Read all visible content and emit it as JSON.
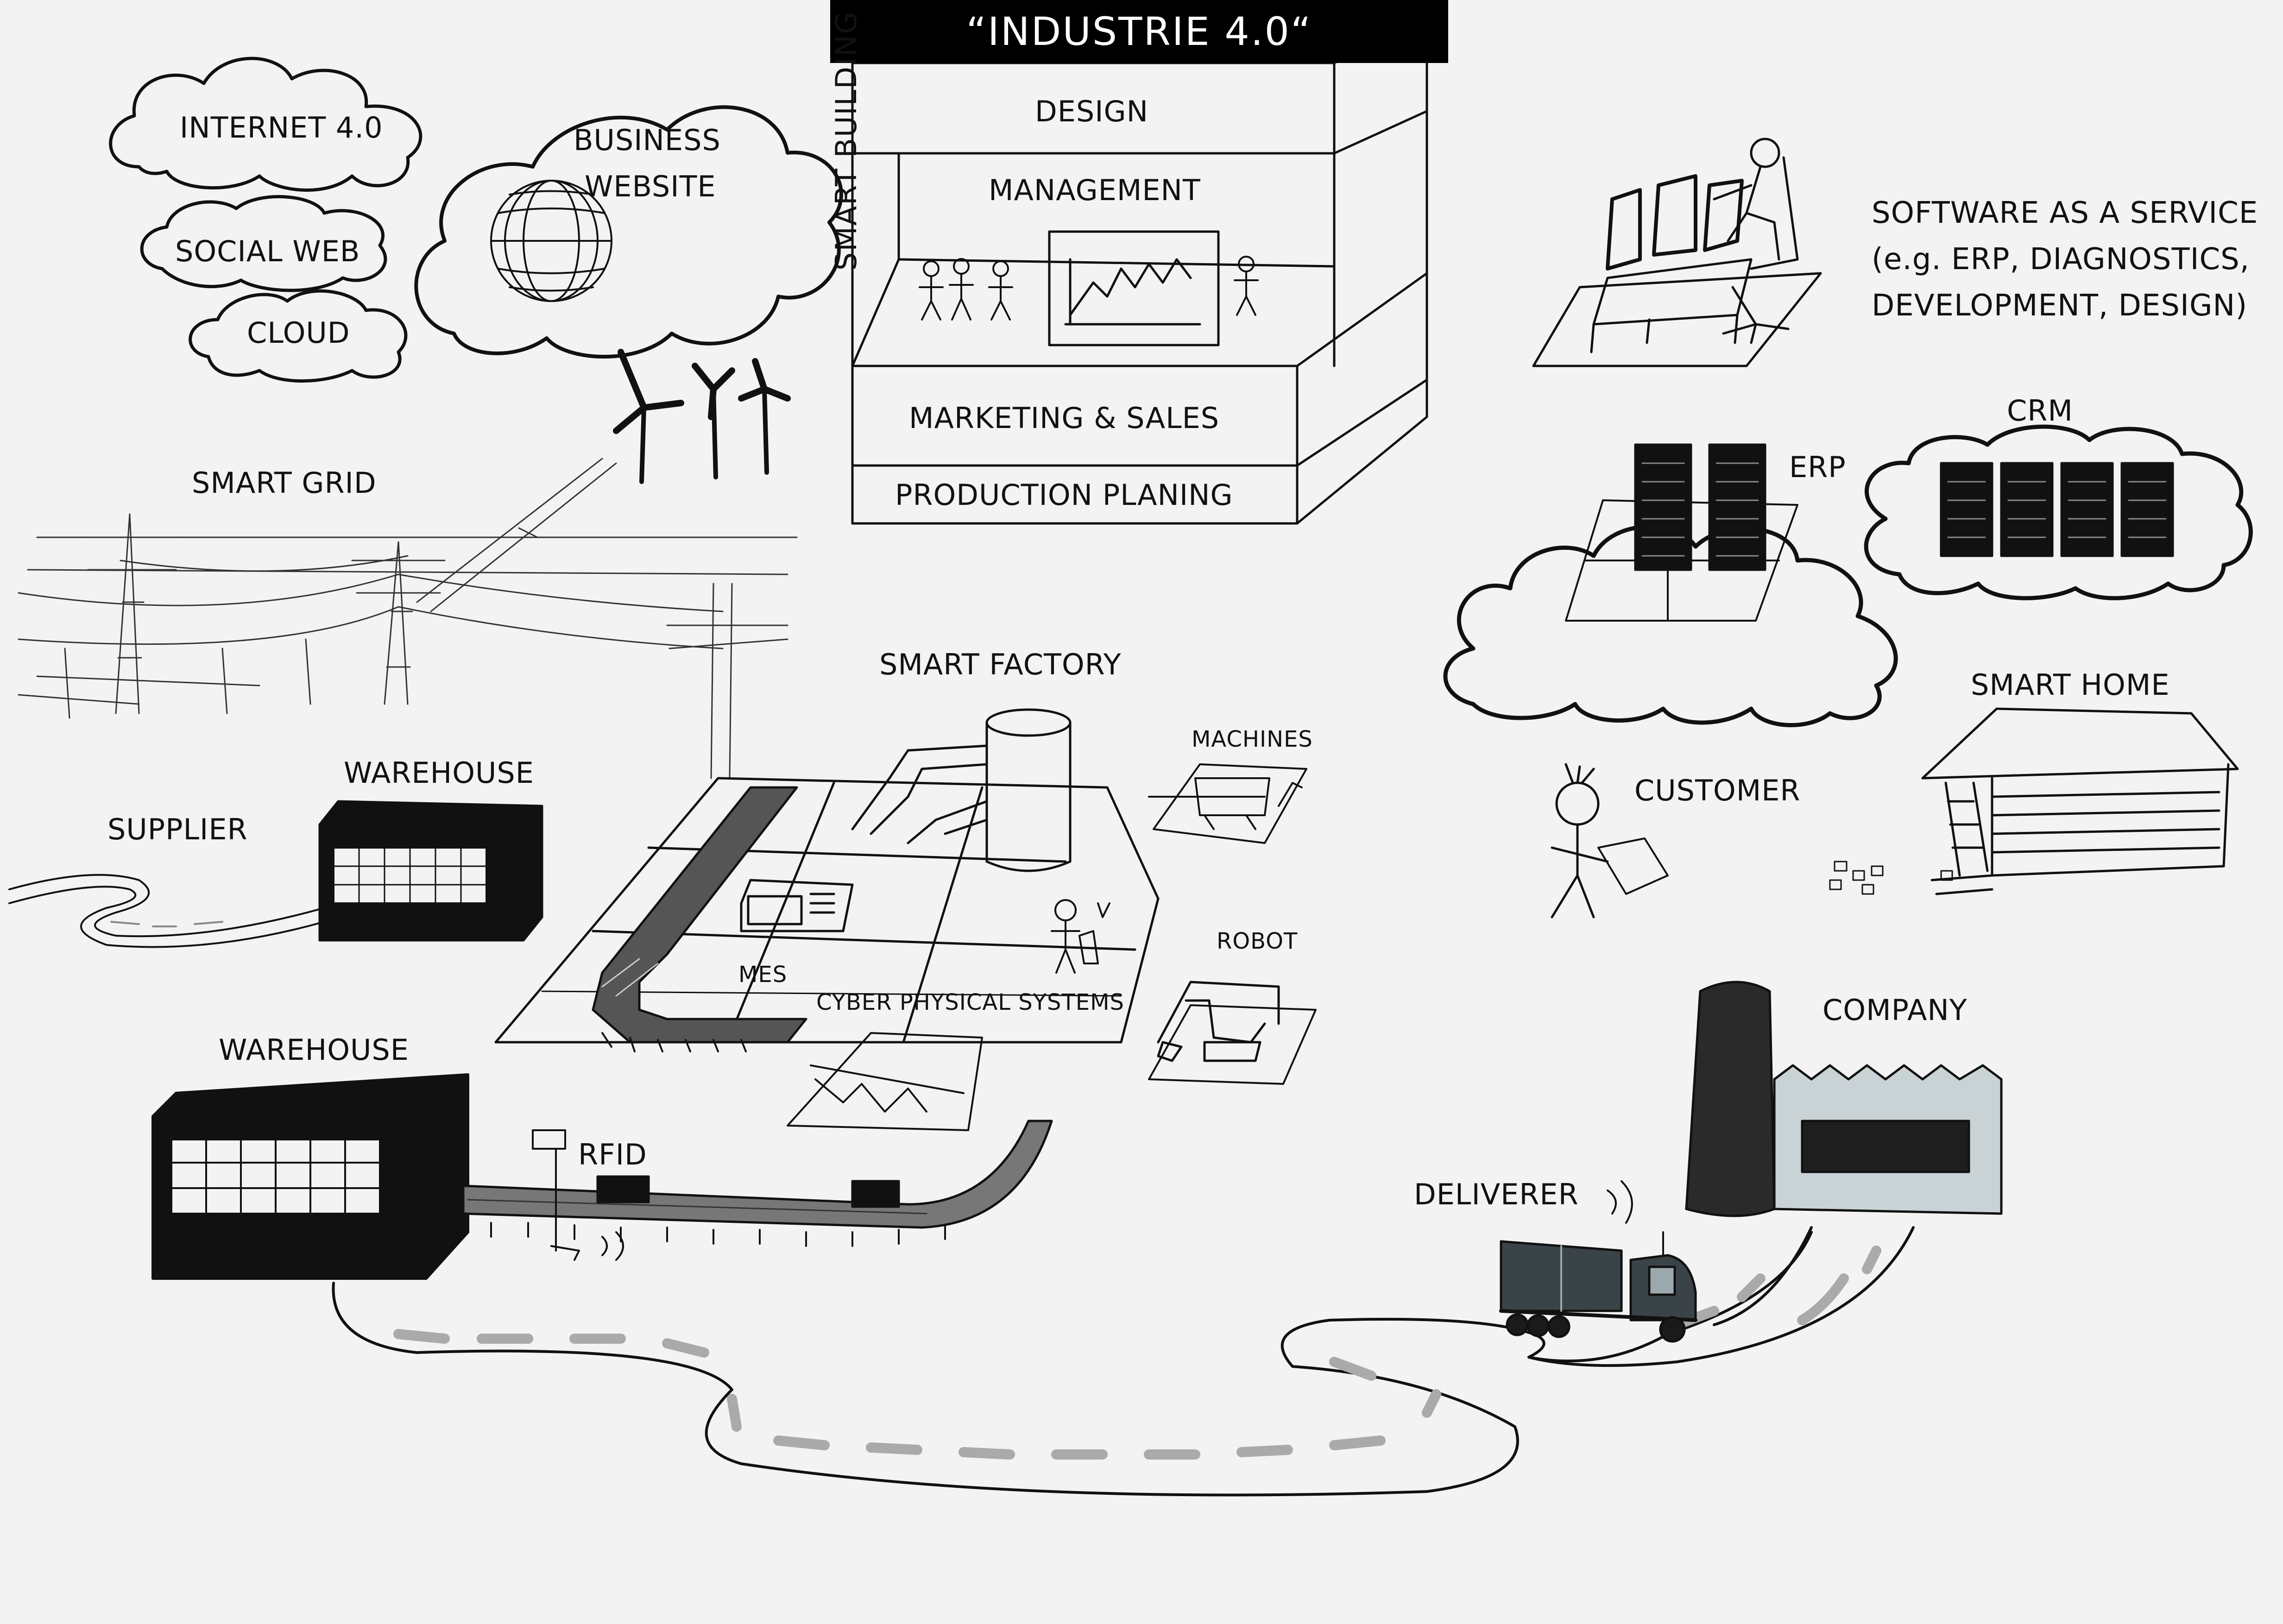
{
  "title": "“INDUSTRIE 4.0“",
  "clouds": {
    "internet": "INTERNET 4.0",
    "social_web": "SOCIAL WEB",
    "cloud": "CLOUD",
    "business_website": [
      "BUSINESS",
      "WEBSITE"
    ]
  },
  "smart_building": {
    "label": "SMART BUILDING",
    "floors": {
      "design": "DESIGN",
      "management": "MANAGEMENT",
      "marketing_sales": "MARKETING & SALES",
      "production_planing": "PRODUCTION PLANING"
    }
  },
  "software_as_a_service": [
    "SOFTWARE AS A SERVICE",
    "(e.g. ERP, DIAGNOSTICS,",
    "DEVELOPMENT, DESIGN)"
  ],
  "erp": "ERP",
  "crm": "CRM",
  "smart_grid": "SMART GRID",
  "smart_factory": {
    "label": "SMART FACTORY",
    "machines": "MACHINES",
    "robot": "ROBOT",
    "mes": "MES",
    "cyber_physical_systems": "CYBER PHYSICAL SYSTEMS"
  },
  "smart_home": "SMART HOME",
  "customer": "CUSTOMER",
  "warehouse_top": "WAREHOUSE",
  "warehouse_bottom": "WAREHOUSE",
  "supplier": "SUPPLIER",
  "rfid": "RFID",
  "company": "COMPANY",
  "deliverer": "DELIVERER"
}
